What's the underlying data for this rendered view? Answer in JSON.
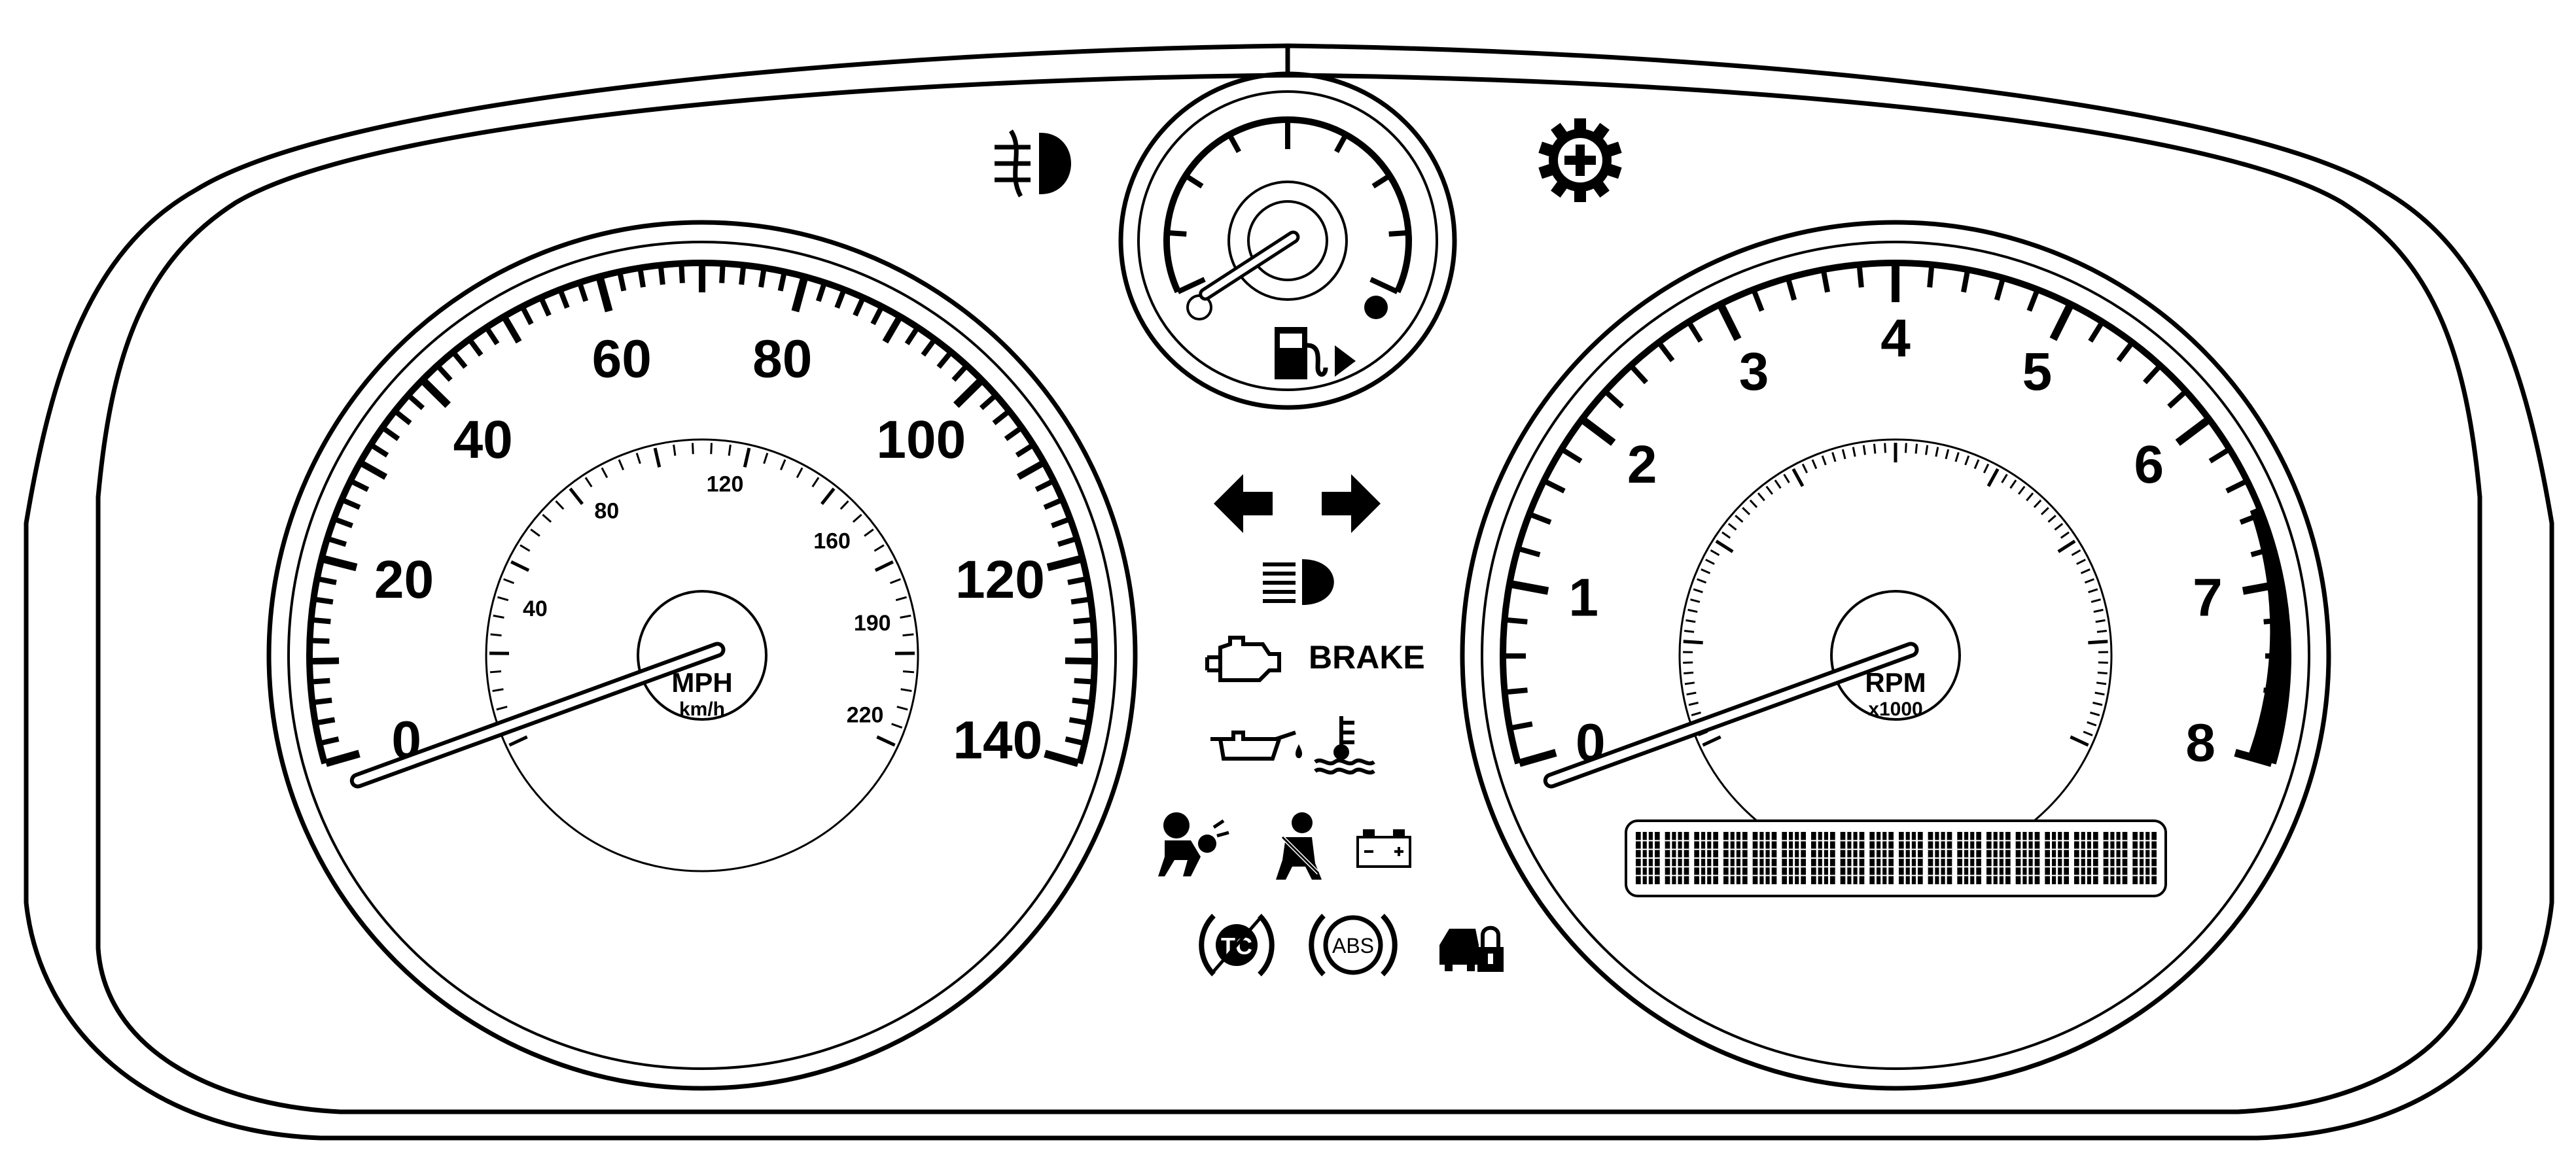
{
  "speedometer": {
    "unit_primary": "MPH",
    "unit_secondary": "km/h",
    "mph_labels": [
      {
        "value": "0",
        "frac": 0.0
      },
      {
        "value": "20",
        "frac": 0.142857
      },
      {
        "value": "40",
        "frac": 0.285714
      },
      {
        "value": "60",
        "frac": 0.428571
      },
      {
        "value": "80",
        "frac": 0.571429
      },
      {
        "value": "100",
        "frac": 0.714286
      },
      {
        "value": "120",
        "frac": 0.857143
      },
      {
        "value": "140",
        "frac": 1.0
      }
    ],
    "kmh_labels": [
      {
        "value": "40",
        "frac": 0.177
      },
      {
        "value": "80",
        "frac": 0.355
      },
      {
        "value": "120",
        "frac": 0.533
      },
      {
        "value": "160",
        "frac": 0.711
      },
      {
        "value": "190",
        "frac": 0.844
      },
      {
        "value": "220",
        "frac": 0.978
      }
    ],
    "needle_frac": 0.0
  },
  "tachometer": {
    "unit_primary": "RPM",
    "unit_secondary": "x1000",
    "labels": [
      {
        "value": "0",
        "frac": 0.0
      },
      {
        "value": "1",
        "frac": 0.125
      },
      {
        "value": "2",
        "frac": 0.25
      },
      {
        "value": "3",
        "frac": 0.375
      },
      {
        "value": "4",
        "frac": 0.5
      },
      {
        "value": "5",
        "frac": 0.625
      },
      {
        "value": "6",
        "frac": 0.75
      },
      {
        "value": "7",
        "frac": 0.875
      },
      {
        "value": "8",
        "frac": 1.0
      }
    ],
    "redline_start_frac": 0.82,
    "needle_frac": 0.0
  },
  "fuel_gauge": {
    "icon": "fuel-pump-icon",
    "needle_frac": 0.0
  },
  "indicators": {
    "brake_label": "BRAKE",
    "abs_label": "ABS",
    "tc_label": "TC",
    "icons": [
      "fog-lamp-icon",
      "service-icon",
      "turn-left-icon",
      "turn-right-icon",
      "high-beam-icon",
      "check-engine-icon",
      "oil-pressure-icon",
      "coolant-temp-icon",
      "airbag-icon",
      "seatbelt-icon",
      "battery-icon",
      "traction-off-icon",
      "abs-icon",
      "security-icon"
    ]
  },
  "odometer_display": {
    "segment_count": 18
  }
}
